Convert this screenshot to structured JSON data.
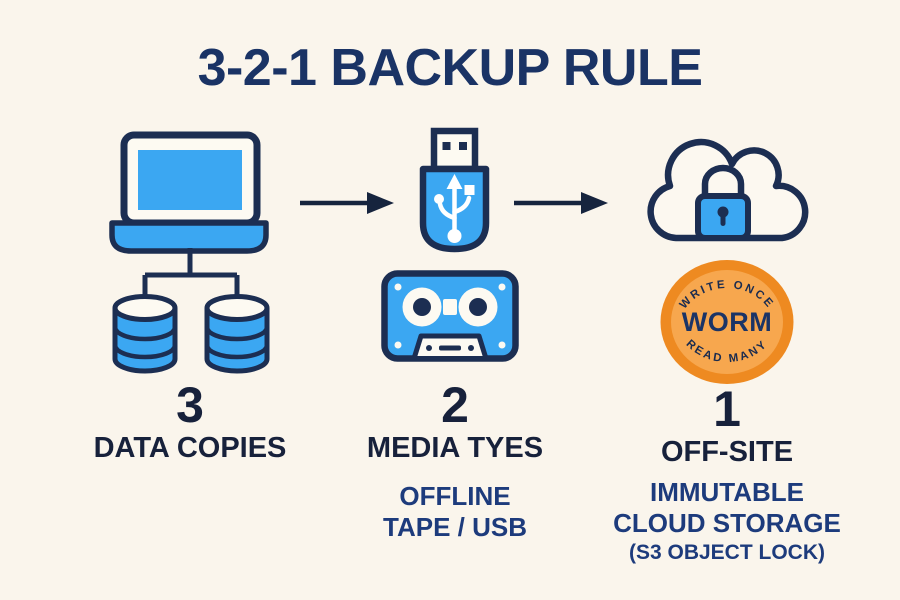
{
  "title": "3-2-1 BACKUP RULE",
  "columns": {
    "data_copies": {
      "number": "3",
      "label": "DATA COPIES"
    },
    "media_types": {
      "number": "2",
      "label": "MEDIA TYES",
      "note_line1": "OFFLINE",
      "note_line2": "TAPE / USB"
    },
    "off_site": {
      "number": "1",
      "label": "OFF-SITE",
      "note_line1": "IMMUTABLE",
      "note_line2": "CLOUD STORAGE",
      "note_line3": "(S3 OBJECT LOCK)"
    }
  },
  "worm_badge": {
    "arc_top": "WRITE ONCE",
    "center": "WORM",
    "arc_bottom": "READ MANY"
  },
  "icons": {
    "left_column": [
      "laptop-icon",
      "database-icon",
      "database-icon"
    ],
    "middle_column": [
      "usb-drive-icon",
      "tape-cassette-icon"
    ],
    "right_column": [
      "cloud-lock-icon",
      "worm-badge-icon"
    ],
    "flow": [
      "arrow-right-icon",
      "arrow-right-icon"
    ]
  },
  "colors": {
    "background": "#FAF5EC",
    "navy_outline": "#1C2E52",
    "title_text": "#1A3365",
    "number_text": "#17213B",
    "note_text": "#1D3B7C",
    "bright_blue": "#3BA7F2",
    "orange_ring": "#EE8A21",
    "orange_fill": "#F7A74E",
    "white_fill": "#FDFAF2"
  }
}
